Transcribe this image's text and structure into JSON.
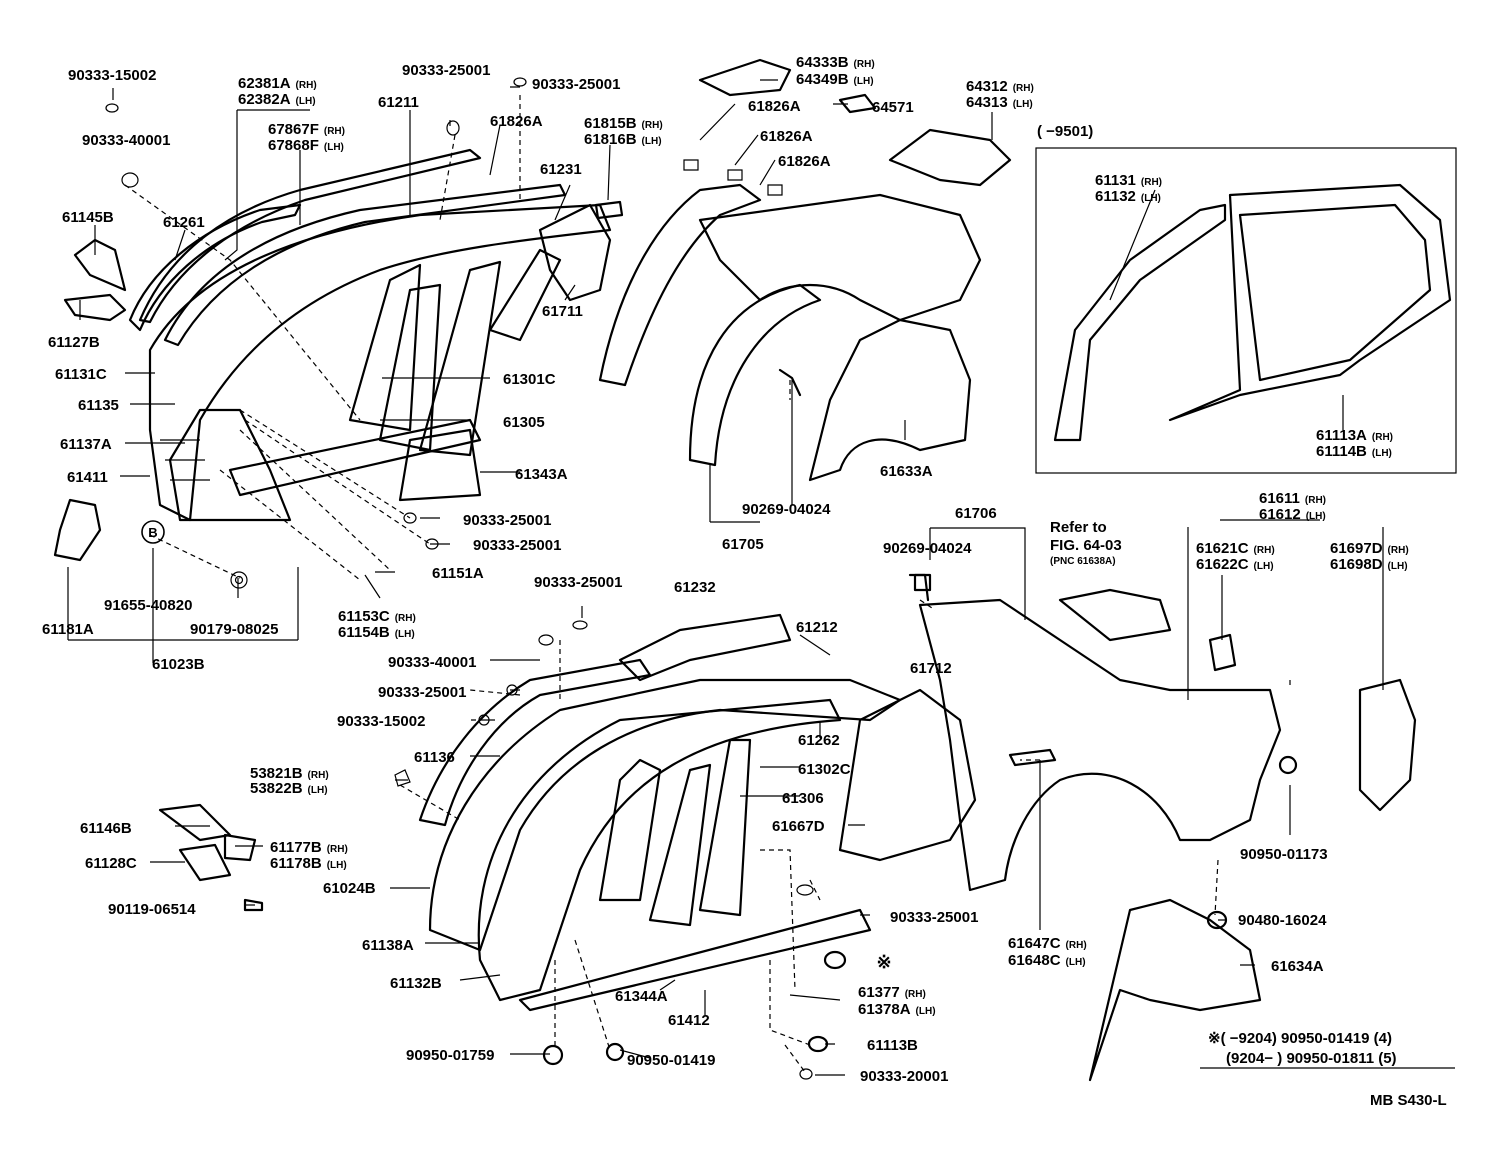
{
  "diagram": {
    "labels": [
      {
        "id": "p90333-15002-a",
        "text": "90333-15002",
        "sub": ""
      },
      {
        "id": "p62381a",
        "text": "62381A",
        "sub": "(RH)"
      },
      {
        "id": "p62382a",
        "text": "62382A",
        "sub": "(LH)"
      },
      {
        "id": "p90333-25001-a",
        "text": "90333-25001",
        "sub": ""
      },
      {
        "id": "p90333-25001-b",
        "text": "90333-25001",
        "sub": ""
      },
      {
        "id": "p90333-40001-a",
        "text": "90333-40001",
        "sub": ""
      },
      {
        "id": "p61211",
        "text": "61211",
        "sub": ""
      },
      {
        "id": "p67867f",
        "text": "67867F",
        "sub": "(RH)"
      },
      {
        "id": "p67868f",
        "text": "67868F",
        "sub": "(LH)"
      },
      {
        "id": "p61826a-a",
        "text": "61826A",
        "sub": ""
      },
      {
        "id": "p61815b",
        "text": "61815B",
        "sub": "(RH)"
      },
      {
        "id": "p61816b",
        "text": "61816B",
        "sub": "(LH)"
      },
      {
        "id": "p61231",
        "text": "61231",
        "sub": ""
      },
      {
        "id": "p61145b",
        "text": "61145B",
        "sub": ""
      },
      {
        "id": "p61261",
        "text": "61261",
        "sub": ""
      },
      {
        "id": "p61127b",
        "text": "61127B",
        "sub": ""
      },
      {
        "id": "p61131c",
        "text": "61131C",
        "sub": ""
      },
      {
        "id": "p61135",
        "text": "61135",
        "sub": ""
      },
      {
        "id": "p61137a",
        "text": "61137A",
        "sub": ""
      },
      {
        "id": "p61411",
        "text": "61411",
        "sub": ""
      },
      {
        "id": "p61711",
        "text": "61711",
        "sub": ""
      },
      {
        "id": "p61301c",
        "text": "61301C",
        "sub": ""
      },
      {
        "id": "p61305",
        "text": "61305",
        "sub": ""
      },
      {
        "id": "p61343a",
        "text": "61343A",
        "sub": ""
      },
      {
        "id": "p90333-25001-c",
        "text": "90333-25001",
        "sub": ""
      },
      {
        "id": "p90333-25001-d",
        "text": "90333-25001",
        "sub": ""
      },
      {
        "id": "p61151a",
        "text": "61151A",
        "sub": ""
      },
      {
        "id": "p61153c",
        "text": "61153C",
        "sub": "(RH)"
      },
      {
        "id": "p61154b",
        "text": "61154B",
        "sub": "(LH)"
      },
      {
        "id": "p91655-40820",
        "text": "91655-40820",
        "sub": ""
      },
      {
        "id": "p90179-08025",
        "text": "90179-08025",
        "sub": ""
      },
      {
        "id": "p61181a",
        "text": "61181A",
        "sub": ""
      },
      {
        "id": "p61023b",
        "text": "61023B",
        "sub": ""
      },
      {
        "id": "p64333b",
        "text": "64333B",
        "sub": "(RH)"
      },
      {
        "id": "p64349b",
        "text": "64349B",
        "sub": "(LH)"
      },
      {
        "id": "p64571",
        "text": "64571",
        "sub": ""
      },
      {
        "id": "p61826a-b",
        "text": "61826A",
        "sub": ""
      },
      {
        "id": "p61826a-c",
        "text": "61826A",
        "sub": ""
      },
      {
        "id": "p61826a-d",
        "text": "61826A",
        "sub": ""
      },
      {
        "id": "p64312",
        "text": "64312",
        "sub": "(RH)"
      },
      {
        "id": "p64313",
        "text": "64313",
        "sub": "(LH)"
      },
      {
        "id": "p61633a",
        "text": "61633A",
        "sub": ""
      },
      {
        "id": "p90269-04024-a",
        "text": "90269-04024",
        "sub": ""
      },
      {
        "id": "p61705",
        "text": "61705",
        "sub": ""
      },
      {
        "id": "p9501",
        "text": "(      −9501)",
        "sub": ""
      },
      {
        "id": "p61131",
        "text": "61131",
        "sub": "(RH)"
      },
      {
        "id": "p61132",
        "text": "61132",
        "sub": "(LH)"
      },
      {
        "id": "p61113a",
        "text": "61113A",
        "sub": "(RH)"
      },
      {
        "id": "p61114b",
        "text": "61114B",
        "sub": "(LH)"
      },
      {
        "id": "p61706",
        "text": "61706",
        "sub": ""
      },
      {
        "id": "p90269-04024-b",
        "text": "90269-04024",
        "sub": ""
      },
      {
        "id": "pref1",
        "text": "Refer to",
        "sub": ""
      },
      {
        "id": "pref2",
        "text": "FIG. 64-03",
        "sub": ""
      },
      {
        "id": "pref3",
        "text": "",
        "sub": "(PNC  61638A)"
      },
      {
        "id": "p61611",
        "text": "61611",
        "sub": "(RH)"
      },
      {
        "id": "p61612",
        "text": "61612",
        "sub": "(LH)"
      },
      {
        "id": "p61621c",
        "text": "61621C",
        "sub": "(RH)"
      },
      {
        "id": "p61622c",
        "text": "61622C",
        "sub": "(LH)"
      },
      {
        "id": "p61697d",
        "text": "61697D",
        "sub": "(RH)"
      },
      {
        "id": "p61698d",
        "text": "61698D",
        "sub": "(LH)"
      },
      {
        "id": "p90333-25001-e",
        "text": "90333-25001",
        "sub": ""
      },
      {
        "id": "p61232",
        "text": "61232",
        "sub": ""
      },
      {
        "id": "p61212",
        "text": "61212",
        "sub": ""
      },
      {
        "id": "p61712",
        "text": "61712",
        "sub": ""
      },
      {
        "id": "p90333-40001-b",
        "text": "90333-40001",
        "sub": ""
      },
      {
        "id": "p90333-25001-f",
        "text": "90333-25001",
        "sub": ""
      },
      {
        "id": "p90333-15002-b",
        "text": "90333-15002",
        "sub": ""
      },
      {
        "id": "p61262",
        "text": "61262",
        "sub": ""
      },
      {
        "id": "p61136",
        "text": "61136",
        "sub": ""
      },
      {
        "id": "p61302c",
        "text": "61302C",
        "sub": ""
      },
      {
        "id": "p53821b",
        "text": "53821B",
        "sub": "(RH)"
      },
      {
        "id": "p53822b",
        "text": "53822B",
        "sub": "(LH)"
      },
      {
        "id": "p61306",
        "text": "61306",
        "sub": ""
      },
      {
        "id": "p61667d",
        "text": "61667D",
        "sub": ""
      },
      {
        "id": "p61146b",
        "text": "61146B",
        "sub": ""
      },
      {
        "id": "p61177b",
        "text": "61177B",
        "sub": "(RH)"
      },
      {
        "id": "p61178b",
        "text": "61178B",
        "sub": "(LH)"
      },
      {
        "id": "p61128c",
        "text": "61128C",
        "sub": ""
      },
      {
        "id": "p61024b",
        "text": "61024B",
        "sub": ""
      },
      {
        "id": "p90950-01173",
        "text": "90950-01173",
        "sub": ""
      },
      {
        "id": "p90119-06514",
        "text": "90119-06514",
        "sub": ""
      },
      {
        "id": "p90333-25001-g",
        "text": "90333-25001",
        "sub": ""
      },
      {
        "id": "p90480-16024",
        "text": "90480-16024",
        "sub": ""
      },
      {
        "id": "p61138a",
        "text": "61138A",
        "sub": ""
      },
      {
        "id": "p61647c",
        "text": "61647C",
        "sub": "(RH)"
      },
      {
        "id": "p61648c",
        "text": "61648C",
        "sub": "(LH)"
      },
      {
        "id": "p61634a",
        "text": "61634A",
        "sub": ""
      },
      {
        "id": "p61132b",
        "text": "61132B",
        "sub": ""
      },
      {
        "id": "p61377",
        "text": "61377",
        "sub": "(RH)"
      },
      {
        "id": "p61378a",
        "text": "61378A",
        "sub": "(LH)"
      },
      {
        "id": "p61344a",
        "text": "61344A",
        "sub": ""
      },
      {
        "id": "p61412",
        "text": "61412",
        "sub": ""
      },
      {
        "id": "p61113b",
        "text": "61113B",
        "sub": ""
      },
      {
        "id": "p90950-01759",
        "text": "90950-01759",
        "sub": ""
      },
      {
        "id": "p90950-01419",
        "text": "90950-01419",
        "sub": ""
      },
      {
        "id": "p90333-20001",
        "text": "90333-20001",
        "sub": ""
      },
      {
        "id": "pnote1",
        "text": "※(      −9204)  90950-01419 (4)",
        "sub": ""
      },
      {
        "id": "pnote2",
        "text": "(9204−       )  90950-01811 (5)",
        "sub": ""
      },
      {
        "id": "pcode",
        "text": "MB  S430-L",
        "sub": ""
      }
    ],
    "callout_b": "B",
    "note_mark": "※"
  }
}
